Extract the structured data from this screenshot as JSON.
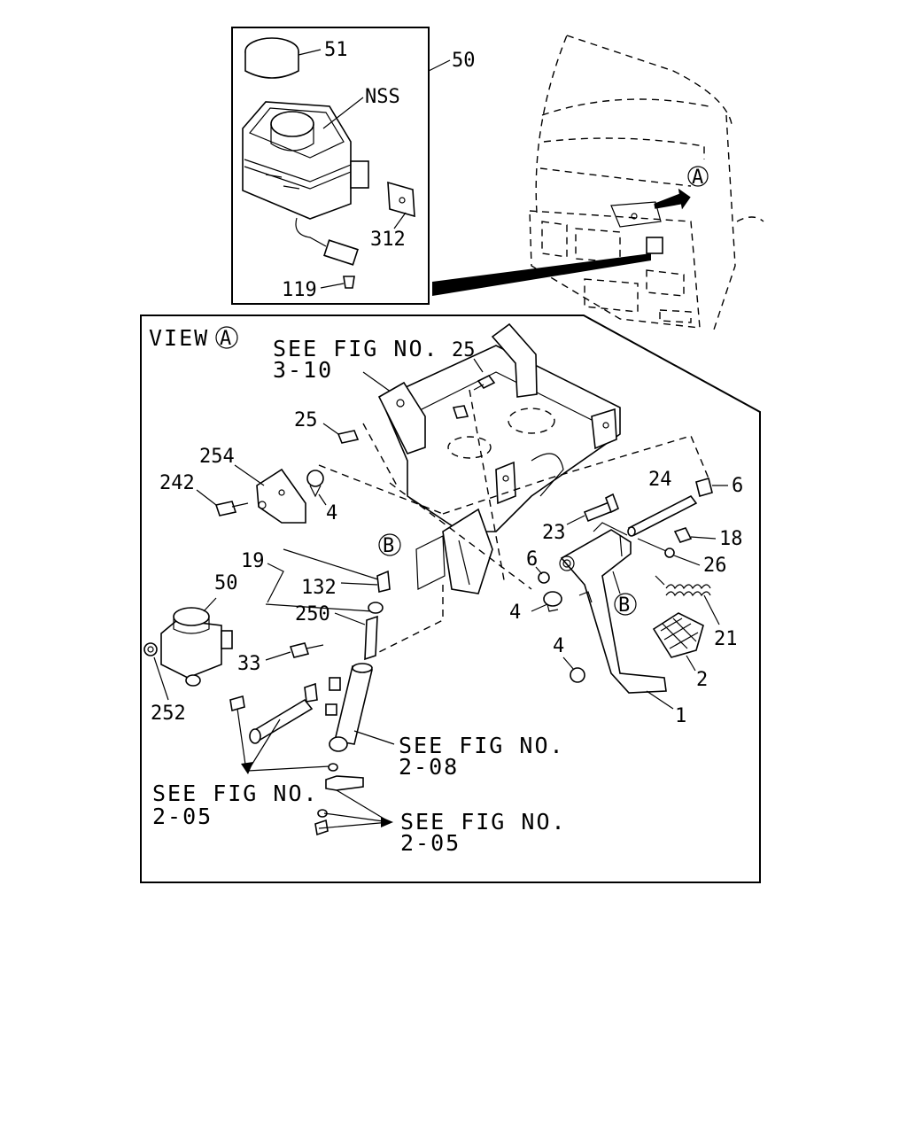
{
  "callouts": {
    "p51": "51",
    "p50_top": "50",
    "nss": "NSS",
    "p312": "312",
    "p119": "119",
    "view": "VIEW",
    "circle_a_top": "A",
    "circle_a_view": "A",
    "circle_b1": "B",
    "circle_b2": "B",
    "p25a": "25",
    "p25b": "25",
    "p254": "254",
    "p242": "242",
    "p4a": "4",
    "p4b": "4",
    "p4c": "4",
    "p24": "24",
    "p6a": "6",
    "p6b": "6",
    "p23": "23",
    "p18": "18",
    "p26": "26",
    "p19": "19",
    "p132": "132",
    "p50_view": "50",
    "p250": "250",
    "p33": "33",
    "p252": "252",
    "p21": "21",
    "p2": "2",
    "p1": "1"
  },
  "references": {
    "fig_3_10_a": "SEE FIG NO.",
    "fig_3_10_b": "3-10",
    "fig_2_08_a": "SEE FIG NO.",
    "fig_2_08_b": "2-08",
    "fig_2_05_left_a": "SEE FIG NO.",
    "fig_2_05_left_b": "2-05",
    "fig_2_05_right_a": "SEE FIG NO.",
    "fig_2_05_right_b": "2-05"
  }
}
